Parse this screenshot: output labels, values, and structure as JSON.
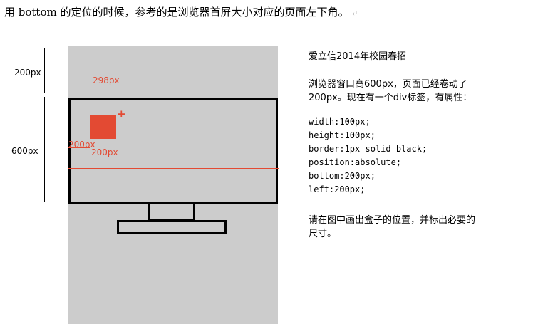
{
  "heading": "用 bottom 的定位的时候，参考的是浏览器首屏大小对应的页面左下角。",
  "heading_mark": "↵",
  "diagram": {
    "label_200px_top": "200px",
    "label_600px": "600px",
    "label_298px": "298px",
    "label_200px_left": "200px",
    "label_200px_bottom": "200px",
    "plus": "+"
  },
  "panel": {
    "title": "爱立信2014年校园春招",
    "desc_line1": "浏览器窗口高600px，页面已经卷动了",
    "desc_line2": "200px。现在有一个div标签，有属性：",
    "props": [
      "width:100px;",
      "height:100px;",
      "border:1px solid black;",
      "position:absolute;",
      "bottom:200px;",
      "left:200px;"
    ],
    "question_line1": "请在图中画出盒子的位置，并标出必要的",
    "question_line2": "尺寸。"
  },
  "colors": {
    "accent_red": "#e34a33",
    "page_gray": "#cccccc"
  }
}
